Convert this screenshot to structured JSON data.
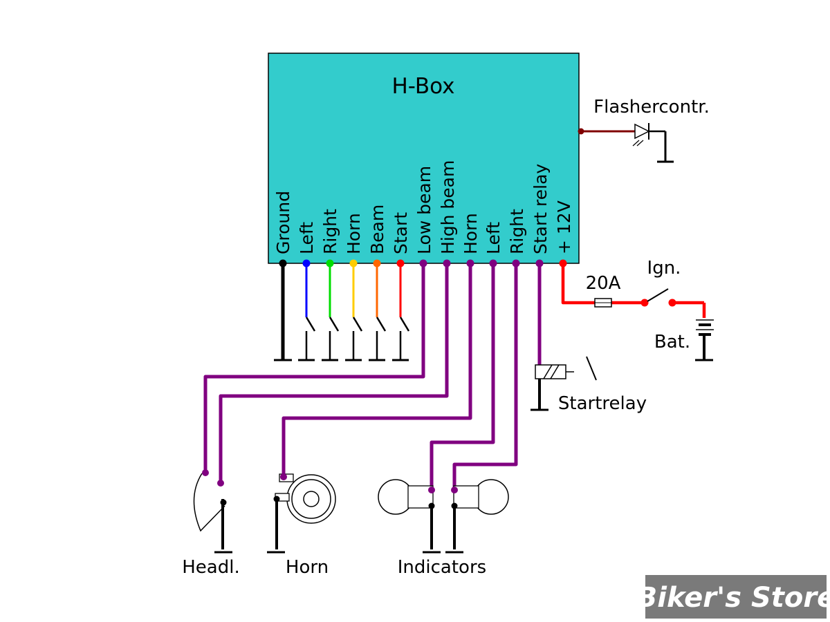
{
  "box": {
    "title": "H-Box",
    "fill": "#33cccc"
  },
  "pins": [
    {
      "label": "Ground",
      "color": "#000000"
    },
    {
      "label": "Left",
      "color": "#0000ff"
    },
    {
      "label": "Right",
      "color": "#00dd00"
    },
    {
      "label": "Horn",
      "color": "#ffcc00"
    },
    {
      "label": "Beam",
      "color": "#ff6600"
    },
    {
      "label": "Start",
      "color": "#ff0000"
    },
    {
      "label": "Low beam",
      "color": "#800080"
    },
    {
      "label": "High beam",
      "color": "#800080"
    },
    {
      "label": "Horn",
      "color": "#800080"
    },
    {
      "label": "Left",
      "color": "#800080"
    },
    {
      "label": "Right",
      "color": "#800080"
    },
    {
      "label": "Start relay",
      "color": "#800080"
    },
    {
      "label": "+ 12V",
      "color": "#ff0000"
    }
  ],
  "components": {
    "flasher": "Flashercontr.",
    "fuse": "20A",
    "ignition": "Ign.",
    "battery": "Bat.",
    "startrelay": "Startrelay",
    "headlight": "Headl.",
    "horn": "Horn",
    "indicators": "Indicators"
  },
  "colors": {
    "output_wire": "#800080",
    "power_wire": "#ff0000",
    "flasher_wire": "#800000",
    "ground": "#000000"
  },
  "watermark": "Biker's Store"
}
